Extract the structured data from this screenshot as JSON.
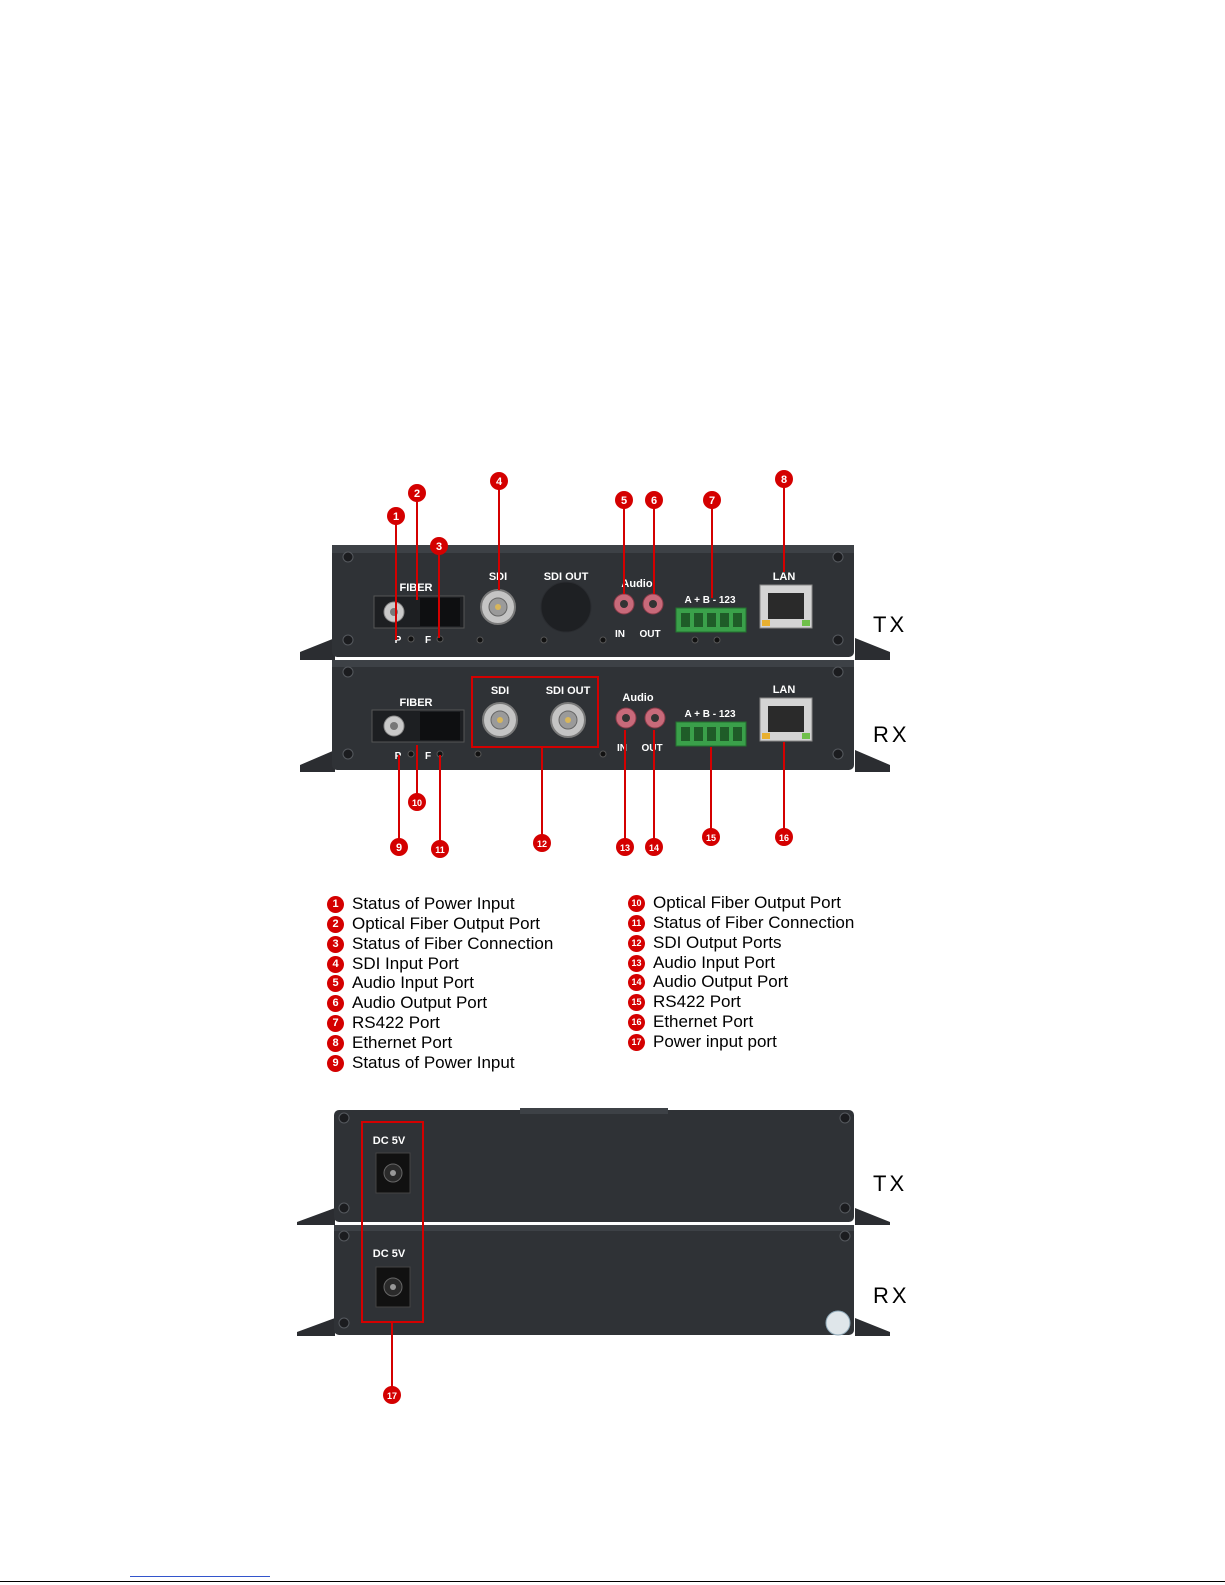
{
  "colors": {
    "callout_red": "#d40000",
    "chassis": "#2e3135",
    "chassis_light": "#3d4146",
    "label_white": "#ffffff",
    "terminal_green": "#3aa04a",
    "link_blue": "#3355cc"
  },
  "front_panel": {
    "units": {
      "tx": {
        "tag": "TX",
        "fiber_label": "FIBER",
        "p_label": "P",
        "f_label": "F",
        "sdi_label": "SDI",
        "sdi_out_label": "SDI OUT",
        "audio_label": "Audio",
        "in_label": "IN",
        "out_label": "OUT",
        "rs422_label": "A + B - 123",
        "lan_label": "LAN"
      },
      "rx": {
        "tag": "RX",
        "fiber_label": "FIBER",
        "p_label": "P",
        "f_label": "F",
        "sdi_label": "SDI",
        "sdi_out_label": "SDI OUT",
        "audio_label": "Audio",
        "in_label": "IN",
        "out_label": "OUT",
        "rs422_label": "A + B - 123",
        "lan_label": "LAN"
      }
    },
    "callouts": [
      {
        "num": "1"
      },
      {
        "num": "2"
      },
      {
        "num": "3"
      },
      {
        "num": "4"
      },
      {
        "num": "5"
      },
      {
        "num": "6"
      },
      {
        "num": "7"
      },
      {
        "num": "8"
      },
      {
        "num": "9"
      },
      {
        "num": "10"
      },
      {
        "num": "11"
      },
      {
        "num": "12"
      },
      {
        "num": "13"
      },
      {
        "num": "14"
      },
      {
        "num": "15"
      },
      {
        "num": "16"
      }
    ]
  },
  "legend": {
    "left": [
      {
        "num": "1",
        "text": "Status of Power Input"
      },
      {
        "num": "2",
        "text": "Optical Fiber Output Port"
      },
      {
        "num": "3",
        "text": "Status of Fiber Connection"
      },
      {
        "num": "4",
        "text": "SDI Input Port"
      },
      {
        "num": "5",
        "text": "Audio Input Port"
      },
      {
        "num": "6",
        "text": "Audio Output Port"
      },
      {
        "num": "7",
        "text": "RS422 Port"
      },
      {
        "num": "8",
        "text": "Ethernet Port"
      },
      {
        "num": "9",
        "text": "Status of Power Input"
      }
    ],
    "right": [
      {
        "num": "10",
        "text": "Optical Fiber Output Port"
      },
      {
        "num": "11",
        "text": "Status of Fiber Connection"
      },
      {
        "num": "12",
        "text": "SDI Output Ports"
      },
      {
        "num": "13",
        "text": "Audio Input Port"
      },
      {
        "num": "14",
        "text": "Audio Output Port"
      },
      {
        "num": "15",
        "text": "RS422 Port"
      },
      {
        "num": "16",
        "text": "Ethernet Port"
      },
      {
        "num": "17",
        "text": "Power input port"
      }
    ]
  },
  "rear_panel": {
    "tx": {
      "tag": "TX",
      "dc_label": "DC 5V"
    },
    "rx": {
      "tag": "RX",
      "dc_label": "DC 5V"
    },
    "callout": {
      "num": "17"
    }
  }
}
